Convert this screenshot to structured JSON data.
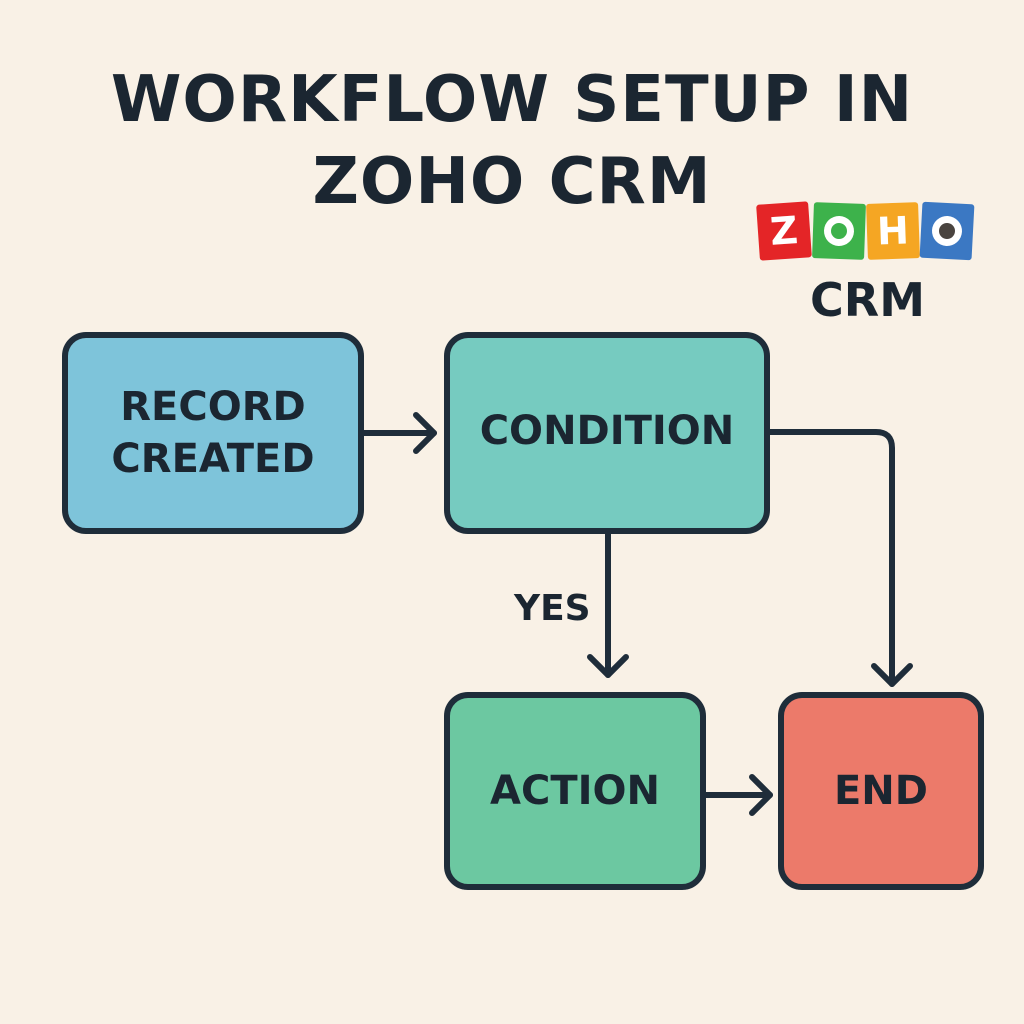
{
  "title": {
    "line1": "WORKFLOW SETUP IN",
    "line2": "ZOHO CRM"
  },
  "logo": {
    "letters": [
      "Z",
      "O",
      "H",
      "O"
    ],
    "tile_colors": [
      "#e42527",
      "#3db24b",
      "#f5a623",
      "#3b78c3"
    ],
    "subtitle": "CRM"
  },
  "nodes": [
    {
      "id": "record_created",
      "label": "RECORD CREATED",
      "lines": [
        "RECORD",
        "CREATED"
      ],
      "color": "#7ec4da"
    },
    {
      "id": "condition",
      "label": "CONDITION",
      "color": "#76cbc0"
    },
    {
      "id": "action",
      "label": "ACTION",
      "color": "#6cc8a1"
    },
    {
      "id": "end",
      "label": "END",
      "color": "#ec7a6a"
    }
  ],
  "edges": [
    {
      "from": "record_created",
      "to": "condition",
      "label": ""
    },
    {
      "from": "condition",
      "to": "action",
      "label": "YES"
    },
    {
      "from": "condition",
      "to": "end",
      "label": ""
    },
    {
      "from": "action",
      "to": "end",
      "label": ""
    }
  ],
  "colors": {
    "background": "#f9f1e6",
    "stroke": "#1f2d3a",
    "text": "#1b2631"
  }
}
